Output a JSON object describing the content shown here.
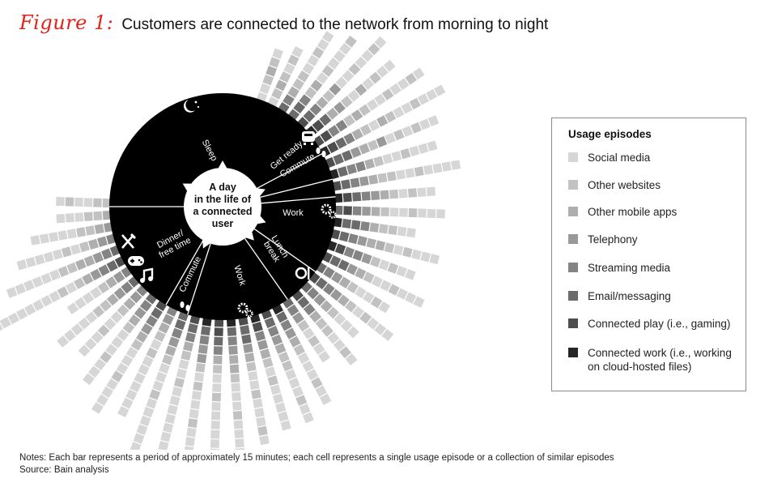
{
  "figure": {
    "label": "Figure 1:",
    "title": "Customers are connected to the network from morning to night"
  },
  "chart_data": {
    "type": "radial-bar",
    "center_label": [
      "A day",
      "in the life of",
      "a connected",
      "user"
    ],
    "segments": [
      {
        "label": [
          "Sleep"
        ],
        "icon": "moon-icon"
      },
      {
        "label": [
          "Get ready"
        ],
        "icon": "toaster-icon"
      },
      {
        "label": [
          "Commute"
        ],
        "icon": "footsteps-icon"
      },
      {
        "label": [
          "Work"
        ],
        "icon": "gears-icon"
      },
      {
        "label": [
          "Lunch",
          "break"
        ],
        "icon": "plate-cutlery-icon"
      },
      {
        "label": [
          "Work"
        ],
        "icon": "gears-icon"
      },
      {
        "label": [
          "Commute"
        ],
        "icon": "footsteps-icon"
      },
      {
        "label": [
          "Dinner/",
          "free time"
        ],
        "icon": "cutlery-gamepad-music-icon"
      }
    ],
    "legend_title": "Usage episodes",
    "categories": [
      {
        "name": "Social media",
        "color": "#d6d6d6"
      },
      {
        "name": "Other websites",
        "color": "#c2c2c2"
      },
      {
        "name": "Other mobile apps",
        "color": "#aeaeae"
      },
      {
        "name": "Telephony",
        "color": "#999999"
      },
      {
        "name": "Streaming media",
        "color": "#848484"
      },
      {
        "name": "Email/messaging",
        "color": "#6b6b6b"
      },
      {
        "name": "Connected play (i.e., gaming)",
        "color": "#4d4d4d"
      },
      {
        "name": "Connected work (i.e., working on cloud-hosted files)",
        "color": "#262626"
      }
    ],
    "bars": [
      {
        "dir": 70,
        "cells": [
          0,
          0,
          1,
          2,
          1,
          0
        ]
      },
      {
        "dir": 64,
        "cells": [
          0,
          1,
          2,
          1,
          0,
          1,
          0
        ]
      },
      {
        "dir": 58,
        "cells": [
          5,
          4,
          2,
          1,
          1,
          0,
          0,
          1,
          0,
          0
        ]
      },
      {
        "dir": 52,
        "cells": [
          5,
          5,
          4,
          1,
          2,
          0,
          1,
          0,
          0,
          0,
          1
        ]
      },
      {
        "dir": 46,
        "cells": [
          6,
          5,
          4,
          2,
          1,
          3,
          0,
          0,
          1,
          0,
          0,
          1,
          0
        ]
      },
      {
        "dir": 40,
        "cells": [
          7,
          6,
          5,
          2,
          3,
          1,
          0,
          2,
          0,
          1,
          0,
          0
        ]
      },
      {
        "dir": 34,
        "cells": [
          6,
          6,
          4,
          4,
          1,
          2,
          1,
          0,
          0,
          1,
          0,
          0,
          1,
          0
        ]
      },
      {
        "dir": 28,
        "cells": [
          7,
          6,
          5,
          4,
          2,
          1,
          0,
          2,
          1,
          0,
          0,
          1,
          0,
          0,
          0
        ]
      },
      {
        "dir": 22,
        "cells": [
          6,
          5,
          5,
          3,
          2,
          1,
          3,
          0,
          1,
          0,
          1,
          0,
          0
        ]
      },
      {
        "dir": 16,
        "cells": [
          7,
          5,
          4,
          4,
          2,
          1,
          0,
          0,
          1,
          0,
          0,
          0
        ]
      },
      {
        "dir": 10,
        "cells": [
          6,
          5,
          4,
          3,
          2,
          1,
          1,
          0,
          0,
          1,
          0,
          0,
          0,
          0
        ]
      },
      {
        "dir": 4,
        "cells": [
          7,
          6,
          5,
          4,
          3,
          2,
          1,
          0,
          1,
          0,
          0
        ]
      },
      {
        "dir": -2,
        "cells": [
          5,
          6,
          4,
          3,
          2,
          1,
          0,
          0,
          1,
          0,
          0,
          0
        ]
      },
      {
        "dir": -8,
        "cells": [
          7,
          5,
          5,
          4,
          2,
          1,
          1,
          0,
          0
        ]
      },
      {
        "dir": -14,
        "cells": [
          6,
          5,
          4,
          3,
          2,
          2,
          1,
          0,
          1,
          0,
          0,
          0
        ]
      },
      {
        "dir": -20,
        "cells": [
          7,
          6,
          4,
          4,
          3,
          1,
          0,
          1,
          0,
          0
        ]
      },
      {
        "dir": -26,
        "cells": [
          6,
          5,
          5,
          3,
          2,
          1,
          0,
          0,
          1,
          0,
          0,
          0
        ]
      },
      {
        "dir": -32,
        "cells": [
          5,
          4,
          3,
          2,
          1,
          0,
          0,
          1,
          0
        ]
      },
      {
        "dir": -38,
        "cells": [
          6,
          5,
          4,
          3,
          2,
          1,
          0,
          1,
          0,
          0,
          0
        ]
      },
      {
        "dir": -44,
        "cells": [
          5,
          4,
          3,
          2,
          1,
          0,
          0,
          0
        ]
      },
      {
        "dir": -50,
        "cells": [
          6,
          5,
          4,
          2,
          1,
          1,
          0,
          0,
          1,
          0
        ]
      },
      {
        "dir": -56,
        "cells": [
          5,
          4,
          3,
          1,
          0,
          1,
          0,
          0
        ]
      },
      {
        "dir": -62,
        "cells": [
          7,
          5,
          4,
          3,
          2,
          1,
          0,
          0,
          0,
          1,
          0,
          0
        ]
      },
      {
        "dir": -68,
        "cells": [
          6,
          5,
          4,
          3,
          2,
          1,
          1,
          0,
          0,
          0,
          1,
          0,
          0
        ]
      },
      {
        "dir": -74,
        "cells": [
          7,
          6,
          4,
          3,
          2,
          1,
          0,
          1,
          0,
          0,
          0,
          0,
          0
        ]
      },
      {
        "dir": -80,
        "cells": [
          6,
          5,
          5,
          3,
          2,
          1,
          0,
          0,
          1,
          0,
          0,
          0,
          1,
          0
        ]
      },
      {
        "dir": -86,
        "cells": [
          7,
          5,
          4,
          3,
          2,
          2,
          1,
          0,
          0,
          0,
          1,
          0,
          0,
          0,
          0
        ]
      },
      {
        "dir": -92,
        "cells": [
          6,
          6,
          5,
          4,
          2,
          1,
          0,
          0,
          1,
          0,
          0,
          0,
          0,
          0,
          0
        ]
      },
      {
        "dir": -98,
        "cells": [
          7,
          5,
          4,
          3,
          3,
          1,
          0,
          1,
          0,
          0,
          0,
          1,
          0,
          0,
          0,
          0
        ]
      },
      {
        "dir": -104,
        "cells": [
          6,
          5,
          4,
          2,
          1,
          0,
          0,
          1,
          0,
          0,
          0,
          0,
          0,
          0,
          0,
          0
        ]
      },
      {
        "dir": -110,
        "cells": [
          5,
          5,
          4,
          3,
          2,
          1,
          0,
          0,
          0,
          1,
          0,
          0,
          0,
          0,
          0,
          0
        ]
      },
      {
        "dir": -116,
        "cells": [
          4,
          3,
          2,
          1,
          0,
          1,
          0,
          0,
          0,
          0,
          0,
          0,
          0
        ]
      },
      {
        "dir": -122,
        "cells": [
          6,
          5,
          4,
          3,
          2,
          1,
          0,
          0,
          0,
          1,
          0,
          0,
          0,
          0
        ]
      },
      {
        "dir": -128,
        "cells": [
          5,
          4,
          3,
          2,
          1,
          0,
          0,
          0,
          1,
          0,
          0,
          0
        ]
      },
      {
        "dir": -134,
        "cells": [
          4,
          3,
          2,
          1,
          0,
          0,
          1,
          0,
          0,
          0
        ]
      },
      {
        "dir": -140,
        "cells": [
          5,
          4,
          3,
          2,
          1,
          1,
          0,
          0,
          0,
          0,
          0
        ]
      },
      {
        "dir": -146,
        "cells": [
          4,
          3,
          2,
          1,
          0,
          0,
          0,
          0
        ]
      },
      {
        "dir": -152,
        "cells": [
          6,
          5,
          4,
          3,
          2,
          1,
          0,
          1,
          0,
          0,
          0,
          0,
          0,
          0,
          0,
          0,
          0
        ]
      },
      {
        "dir": -158,
        "cells": [
          5,
          4,
          3,
          2,
          2,
          1,
          1,
          0,
          0,
          0,
          0,
          0,
          0
        ]
      },
      {
        "dir": -164,
        "cells": [
          4,
          3,
          2,
          1,
          0,
          1,
          0,
          0,
          0,
          0,
          0
        ]
      },
      {
        "dir": -170,
        "cells": [
          3,
          2,
          1,
          1,
          0,
          0,
          0,
          0,
          0
        ]
      },
      {
        "dir": -176,
        "cells": [
          2,
          1,
          1,
          0,
          0,
          0
        ]
      },
      {
        "dir": 178,
        "cells": [
          1,
          1,
          0,
          0,
          1,
          0
        ]
      }
    ]
  },
  "legend": {
    "title": "Usage episodes",
    "items": [
      "Social media",
      "Other websites",
      "Other mobile apps",
      "Telephony",
      "Streaming media",
      "Email/messaging",
      "Connected play (i.e., gaming)",
      "Connected work (i.e., working on cloud-hosted files)"
    ]
  },
  "notes": {
    "line1": "Notes: Each bar represents a period of approximately 15 minutes; each cell represents a single usage episode or a collection of similar episodes",
    "line2": "Source: Bain analysis"
  }
}
